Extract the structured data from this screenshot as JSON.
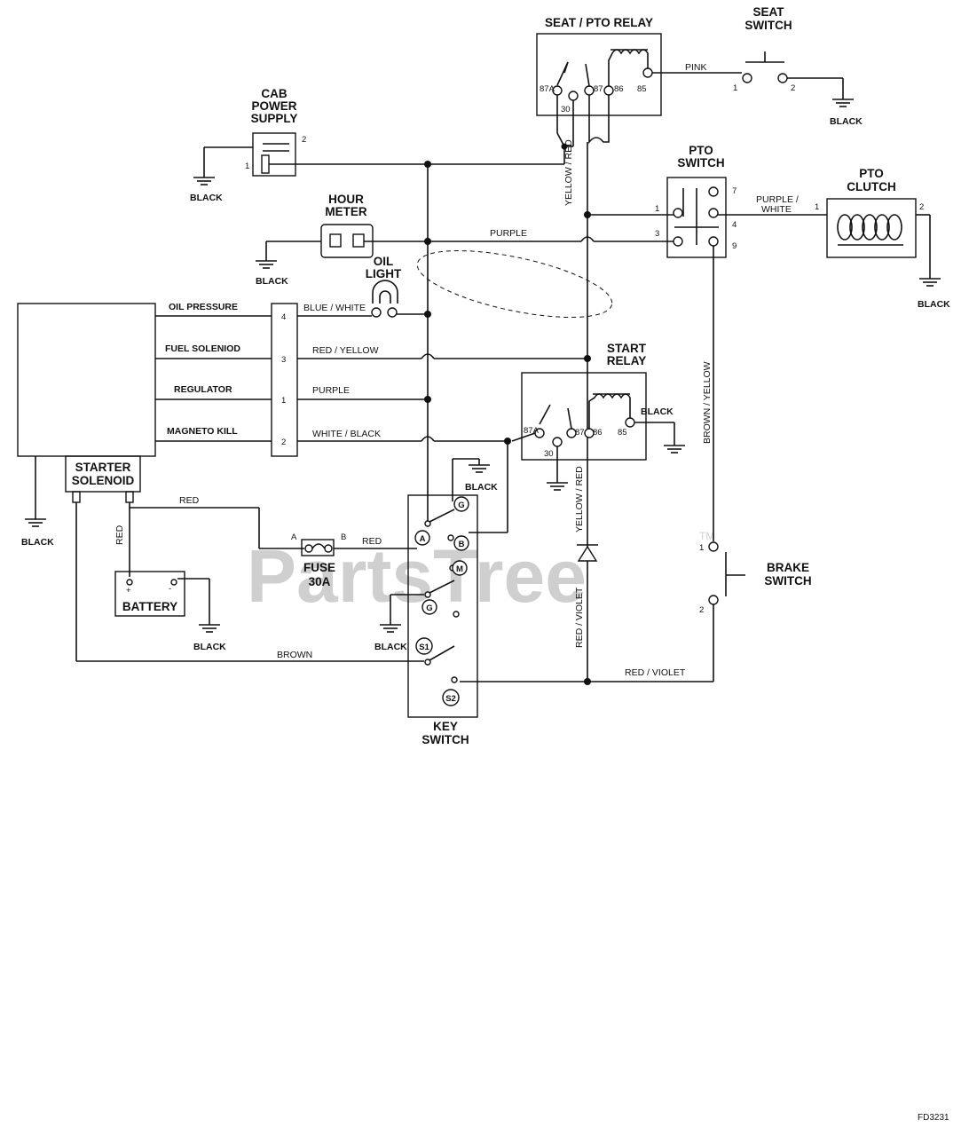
{
  "components": {
    "seat_pto_relay": "SEAT / PTO RELAY",
    "seat_switch": [
      "SEAT",
      "SWITCH"
    ],
    "cab_power_supply": [
      "CAB",
      "POWER",
      "SUPPLY"
    ],
    "pto_switch": [
      "PTO",
      "SWITCH"
    ],
    "pto_clutch": [
      "PTO",
      "CLUTCH"
    ],
    "hour_meter": [
      "HOUR",
      "METER"
    ],
    "oil_light": [
      "OIL",
      "LIGHT"
    ],
    "start_relay": [
      "START",
      "RELAY"
    ],
    "starter_solenoid": [
      "STARTER",
      "SOLENOID"
    ],
    "fuse": [
      "FUSE",
      "30A"
    ],
    "battery": "BATTERY",
    "brake_switch": [
      "BRAKE",
      "SWITCH"
    ],
    "key_switch": [
      "KEY",
      "SWITCH"
    ]
  },
  "engine_connector": {
    "rows": [
      {
        "signal": "OIL PRESSURE",
        "pin": "4",
        "wire": "BLUE / WHITE"
      },
      {
        "signal": "FUEL SOLENIOD",
        "pin": "3",
        "wire": "RED / YELLOW"
      },
      {
        "signal": "REGULATOR",
        "pin": "1",
        "wire": "PURPLE"
      },
      {
        "signal": "MAGNETO KILL",
        "pin": "2",
        "wire": "WHITE / BLACK"
      }
    ]
  },
  "wire_labels": {
    "pink": "PINK",
    "yellow_red": "YELLOW / RED",
    "purple": "PURPLE",
    "purple_white": [
      "PURPLE /",
      "WHITE"
    ],
    "brown_yellow": "BROWN / YELLOW",
    "red_violet_vertical": "RED / VIOLET",
    "red_violet_horizontal": "RED / VIOLET",
    "yellow_red_start": "YELLOW / RED",
    "red_battery": "RED",
    "red_solenoid": "RED",
    "red_fuse": "RED",
    "brown": "BROWN",
    "black": "BLACK"
  },
  "pin_labels": {
    "seat_relay": [
      "87A",
      "30",
      "87",
      "86",
      "85"
    ],
    "start_relay": [
      "87A",
      "30",
      "87",
      "86",
      "85"
    ],
    "seat_switch": [
      "1",
      "2"
    ],
    "cab": [
      "1",
      "2"
    ],
    "pto_switch": [
      "1",
      "3",
      "7",
      "4",
      "9"
    ],
    "pto_clutch": [
      "1",
      "2"
    ],
    "fuse": [
      "A",
      "B"
    ],
    "battery": [
      "+",
      "-"
    ],
    "brake_switch": [
      "1",
      "2"
    ],
    "key_terminals": [
      "G",
      "A",
      "B",
      "M",
      "G",
      "S1",
      "S2"
    ]
  },
  "watermark": "PartsTree",
  "watermark_tm": "TM",
  "doc_id": "FD3231"
}
